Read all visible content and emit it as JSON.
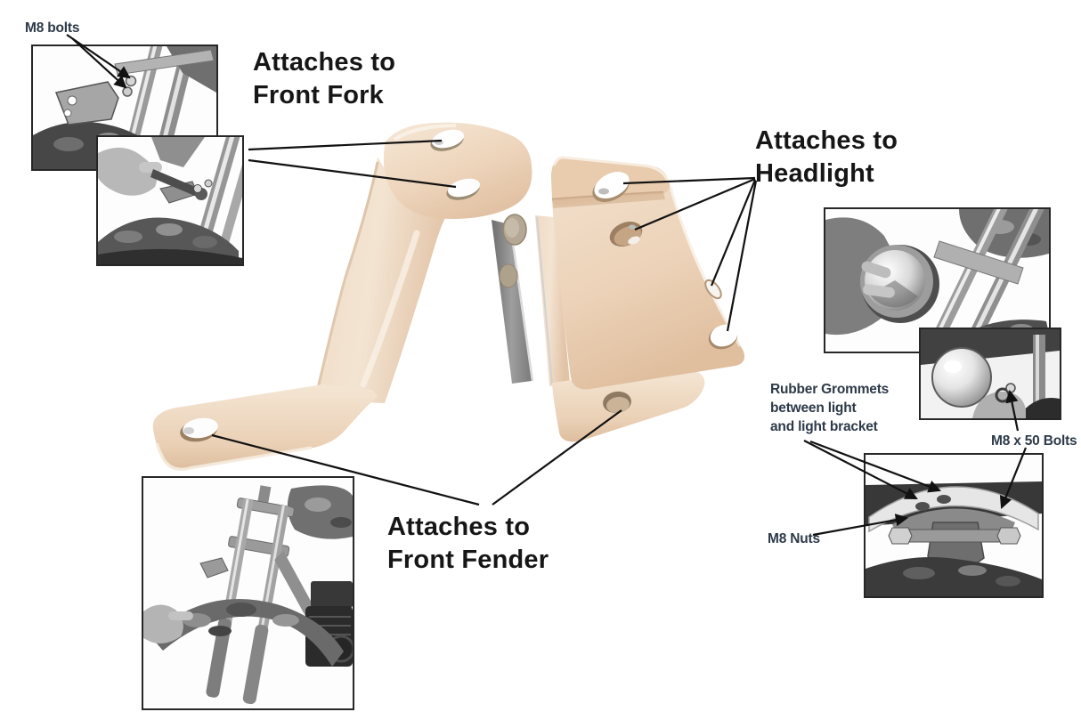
{
  "colors": {
    "background": "#ffffff",
    "bracket_beige": "#eed6bd",
    "bracket_shadow": "#dcbea1",
    "bracket_highlight": "#f7ede1",
    "heading_text": "#161616",
    "label_text": "#2d3a49",
    "connector_line": "#111111",
    "photo_border": "#272727"
  },
  "headings": {
    "front_fork": "Attaches to Front Fork",
    "headlight": "Attaches to Headlight",
    "front_fender": "Attaches to Front Fender"
  },
  "labels": {
    "m8_bolts": "M8 bolts",
    "rubber_grommets_lines": [
      "Rubber Grommets",
      "between light",
      "and light bracket"
    ],
    "m8x50_bolts": "M8 x 50 Bolts",
    "m8_nuts": "M8 Nuts"
  },
  "photos": [
    {
      "name": "photo-bracket-on-front-fork"
    },
    {
      "name": "photo-tightening-bracket-bolts"
    },
    {
      "name": "photo-holding-headlight"
    },
    {
      "name": "photo-headlight-bolt-closeup"
    },
    {
      "name": "photo-light-underside-nuts"
    },
    {
      "name": "photo-front-fender-install"
    }
  ]
}
